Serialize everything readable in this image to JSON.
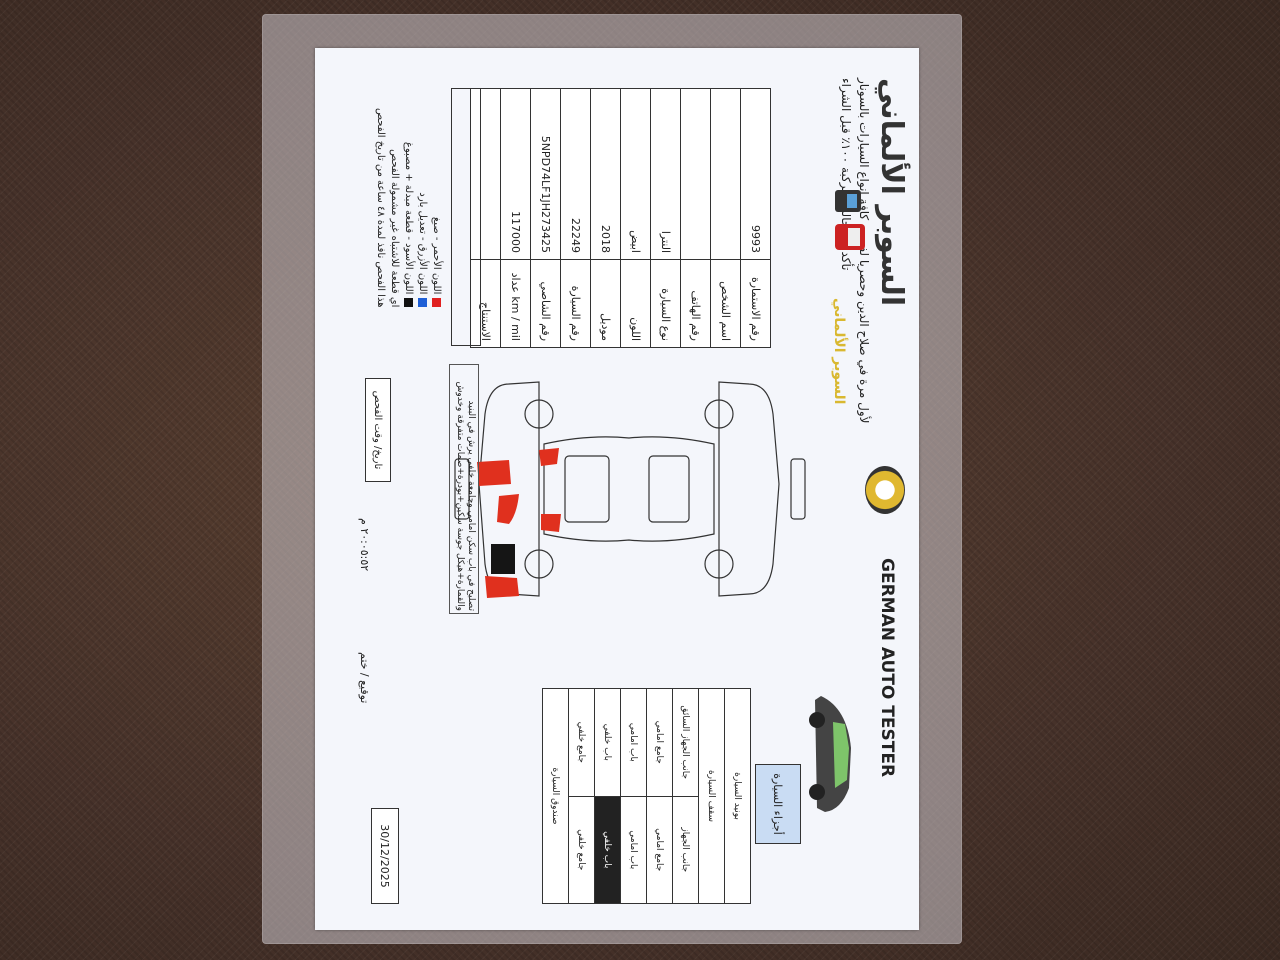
{
  "header": {
    "title_ar": "السوبر الألماني",
    "tagline_1": "لأول مرة في صلاح الدين وحصريا لفحص كافة انواع السيارات بالسونار",
    "tagline_2": "تأكد من حالة المركبة ١٠٠٪ قبل الشراء",
    "tagline_3": "السوبر الألماني",
    "brand_en": "GERMAN AUTO TESTER"
  },
  "info": {
    "rows": [
      {
        "label": "رقم الاستمارة",
        "value": "9993"
      },
      {
        "label": "اسم الشخص",
        "value": ""
      },
      {
        "label": "رقم الهاتف",
        "value": ""
      },
      {
        "label": "نوع السيارة",
        "value": "النترا"
      },
      {
        "label": "اللون",
        "value": "ابيض"
      },
      {
        "label": "موديل",
        "value": "2018"
      },
      {
        "label": "رقم السيارة",
        "value": "22249"
      },
      {
        "label": "رقم الشاصي",
        "value": "5NPD74LF1JH273425"
      },
      {
        "label": "km / mil عداد",
        "value": "117000"
      },
      {
        "label": "الاستنتاج",
        "value": ""
      }
    ]
  },
  "remarks": "تصليح في باب سكن امامي وجامعة خلفي يرش في البنيد والقمارة+هيكل جوسة سكين+بودرة+صمات متفرقة وخدوش",
  "legend": {
    "items": [
      {
        "text": "اللون الأحمر - صبغ",
        "color": "#e02020"
      },
      {
        "text": "اللون الأزرق - تعديل بارد",
        "color": "#1e5fd6"
      },
      {
        "text": "اللون الأسود - قطعة مبدلة + مصبوغ",
        "color": "#111111"
      }
    ],
    "note": "اي قطعة للاشتباه غير مشمولة الفحص",
    "note2": "هذا الفحص نافذ لمدة ٤٨ ساعة من تاريخ الفحص"
  },
  "parts": {
    "title": "أجزاء السيارة",
    "rows": [
      [
        {
          "t": "بونيد السيارة",
          "f": false
        }
      ],
      [
        {
          "t": "سقف السيارة",
          "f": false
        }
      ],
      [
        {
          "t": "جانب الجهاز",
          "f": false
        },
        {
          "t": "جانب الجهاز السائق",
          "f": false
        }
      ],
      [
        {
          "t": "جامع امامي",
          "f": false
        },
        {
          "t": "جامع امامي",
          "f": false
        }
      ],
      [
        {
          "t": "باب امامي",
          "f": false
        },
        {
          "t": "باب امامي",
          "f": false
        }
      ],
      [
        {
          "t": "باب خلفي",
          "f": true
        },
        {
          "t": "باب خلفي",
          "f": false
        }
      ],
      [
        {
          "t": "جامع خلفي",
          "f": false
        },
        {
          "t": "جامع خلفي",
          "f": false
        }
      ],
      [
        {
          "t": "صندوق السيارة",
          "f": false
        }
      ]
    ]
  },
  "footer": {
    "date": "30/12/2025",
    "sign_label": "توقيع / ختم",
    "time_value": "٢٠:٠٥:٥٢ م",
    "datetime_label": "تاريخ/ وقت الفحص"
  },
  "colors": {
    "paint": "#e0301e",
    "replaced": "#151515",
    "header_gold": "#d9b830"
  }
}
